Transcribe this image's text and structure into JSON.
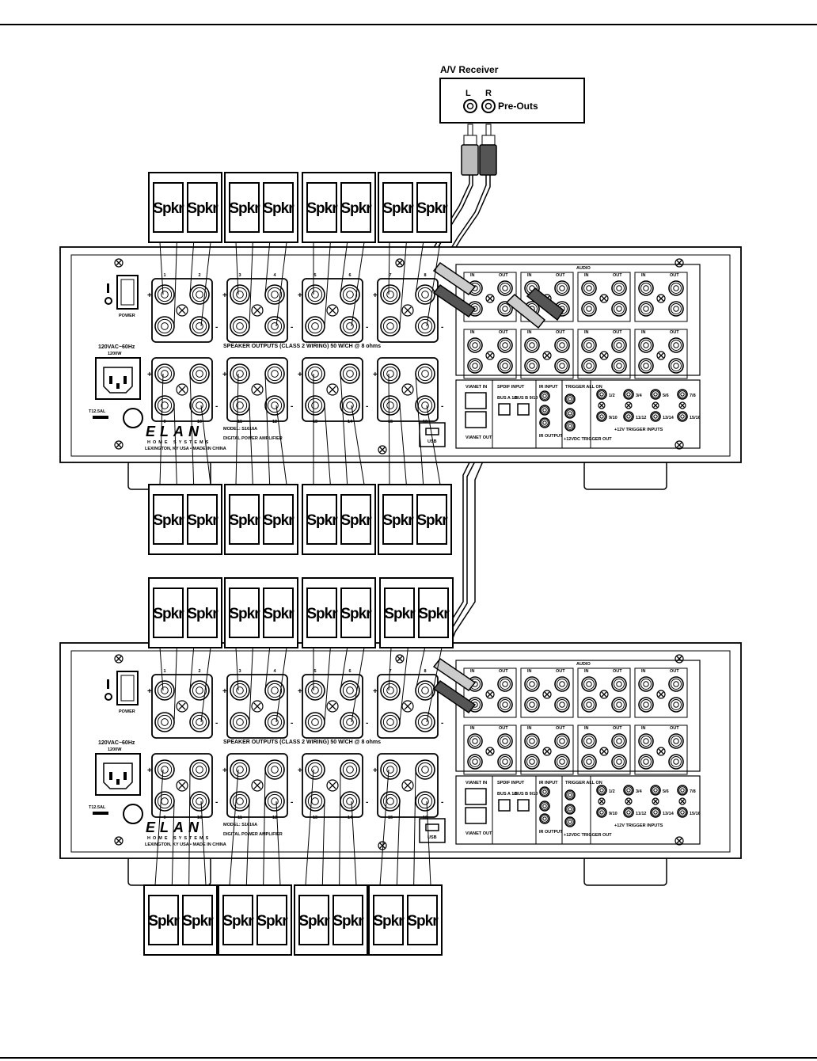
{
  "receiver": {
    "title": "A/V Receiver",
    "left_label": "L",
    "right_label": "R",
    "preouts_label": "Pre-Outs"
  },
  "speaker_label": "Spkr",
  "amplifier": {
    "power_label": "POWER",
    "ac_label_line1": "120VAC~60Hz",
    "ac_label_line2": "1200W",
    "fuse_label": "T12.5AL",
    "speaker_outputs_label": "SPEAKER OUTPUTS (CLASS 2 WIRING) 50 W/CH @ 8 ohms",
    "brand": "ELAN",
    "brand_sub": "HOME SYSTEMS",
    "brand_location": "LEXINGTON, KY USA • MADE IN CHINA",
    "model_label": "MODEL: S1616A",
    "product_label": "DIGITAL POWER AMPLIFIER",
    "audio_label": "AUDIO",
    "in_label": "IN",
    "out_label": "OUT",
    "vianet_in_label": "VIANET IN",
    "vianet_out_label": "VIANET OUT",
    "spdif_label": "SPDIF INPUT",
    "bus_a_label": "BUS A 1/2",
    "bus_b_label": "BUS B 9/10",
    "ir_input_label": "IR INPUT",
    "ir_output_label": "IR OUTPUT",
    "trigger_all_on_label": "TRIGGER ALL ON",
    "trigger_out_label": "+12VDC TRIGGER OUT",
    "trigger_inputs_label": "+12V TRIGGER INPUTS",
    "usb_label": "USB",
    "channel_pairs": [
      "1/2",
      "3/4",
      "5/6",
      "7/8",
      "9/10",
      "11/12",
      "13/14",
      "15/16"
    ],
    "top_numbers": [
      "1",
      "2",
      "3",
      "4",
      "5",
      "6",
      "7",
      "8"
    ],
    "bottom_numbers": [
      "9",
      "10",
      "11",
      "12",
      "13",
      "14",
      "15",
      "16"
    ]
  }
}
